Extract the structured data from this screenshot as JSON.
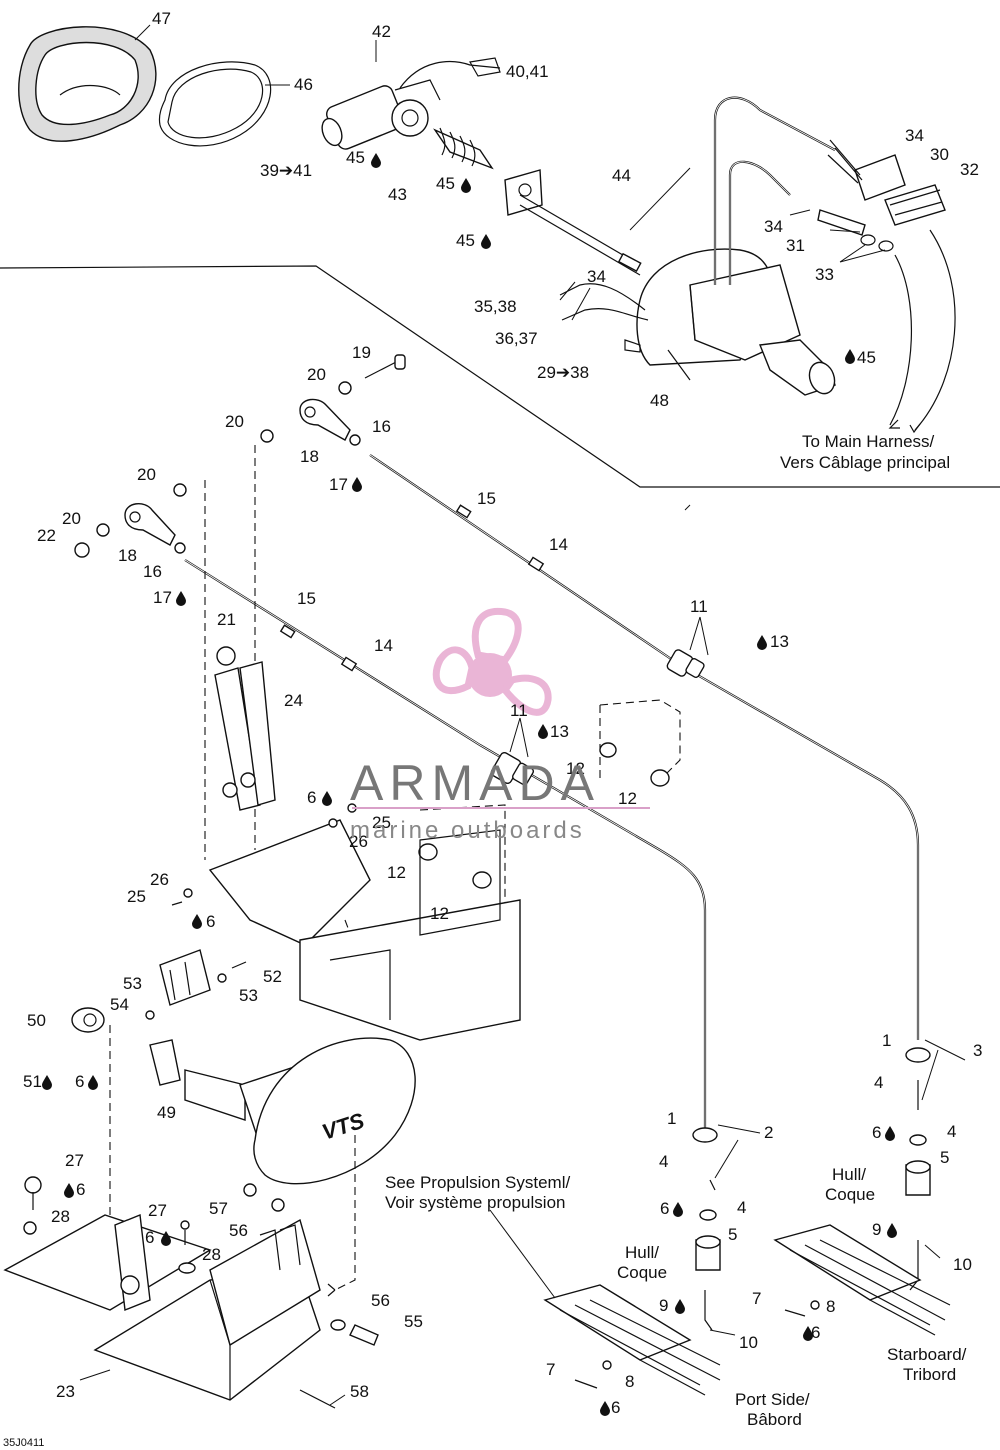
{
  "callouts": {
    "c47": "47",
    "c46": "46",
    "c42": "42",
    "c4041": "40,41",
    "c3941": "39➔41",
    "c45a": "45",
    "c43": "43",
    "c45b": "45",
    "c44": "44",
    "c45c": "45",
    "c34a": "34",
    "c30": "30",
    "c32": "32",
    "c34b": "34",
    "c31": "31",
    "c33": "33",
    "c3538": "35,38",
    "c34c": "34",
    "c3637": "36,37",
    "c2938": "29➔38",
    "c48": "48",
    "c45d": "45",
    "c19": "19",
    "c20a": "20",
    "c20b": "20",
    "c16a": "16",
    "c18a": "18",
    "c17a": "17",
    "c15a": "15",
    "c14a": "14",
    "c20c": "20",
    "c20d": "20",
    "c22": "22",
    "c18b": "18",
    "c16b": "16",
    "c17b": "17",
    "c15b": "15",
    "c14b": "14",
    "c11a": "11",
    "c13a": "13",
    "c21": "21",
    "c24": "24",
    "c11b": "11",
    "c13b": "13",
    "c12a": "12",
    "c12b": "12",
    "c6a": "6",
    "c25a": "25",
    "c26a": "26",
    "c12c": "12",
    "c12d": "12",
    "c26b": "26",
    "c25b": "25",
    "c6b": "6",
    "c53a": "53",
    "c52": "52",
    "c54": "54",
    "c53b": "53",
    "c50": "50",
    "c51": "51",
    "c6c": "6",
    "c49": "49",
    "c1a": "1",
    "c3": "3",
    "c4a": "4",
    "c6d": "6",
    "c4b": "4",
    "c5a": "5",
    "c9a": "9",
    "c10a": "10",
    "c1b": "1",
    "c2": "2",
    "c4c": "4",
    "c6e": "6",
    "c4d": "4",
    "c5b": "5",
    "c27a": "27",
    "c6f": "6",
    "c28a": "28",
    "c57": "57",
    "c56a": "56",
    "c27b": "27",
    "c6g": "6",
    "c28b": "28",
    "c9b": "9",
    "c7a": "7",
    "c8a": "8",
    "c6h": "6",
    "c10b": "10",
    "c56b": "56",
    "c55": "55",
    "c23": "23",
    "c58": "58",
    "c7b": "7",
    "c8b": "8",
    "c6i": "6"
  },
  "notes": {
    "to_main_harness_1": "To Main Harness/",
    "to_main_harness_2": "Vers Câblage principal",
    "see_propulsion_1": "See Propulsion Systeml/",
    "see_propulsion_2": "Voir système propulsion",
    "hull_1_a": "Hull/",
    "hull_1_b": "Coque",
    "hull_2_a": "Hull/",
    "hull_2_b": "Coque",
    "port_side_a": "Port Side/",
    "port_side_b": "Bâbord",
    "starboard_a": "Starboard/",
    "starboard_b": "Tribord",
    "vts_logo": "VTS",
    "diagram_code": "35J0411"
  },
  "watermark": {
    "name": "ARMADA",
    "tagline": "marine outboards",
    "propeller_color": "#e4a6cd"
  },
  "icons": [
    "drop-icon",
    "arrow-icon",
    "propeller-logo-icon"
  ]
}
